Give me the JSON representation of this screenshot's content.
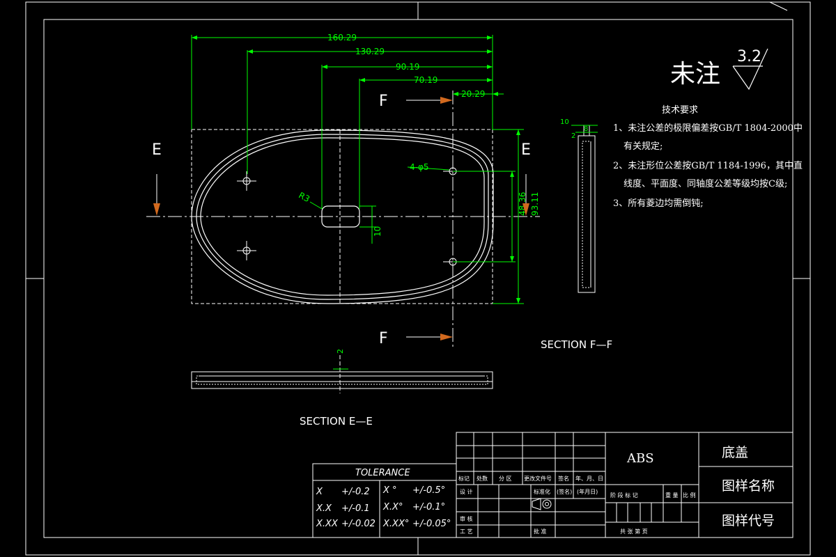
{
  "colors": {
    "background": "#000000",
    "lines": "#ffffff",
    "dimensions": "#00ff00",
    "arrows": "#d2691e"
  },
  "dimensions": {
    "d1": "160.29",
    "d2": "130.29",
    "d3": "90.19",
    "d4": "70.19",
    "d5": "20.29",
    "holes": "4-φ5",
    "radius": "R3",
    "slot_h": "10",
    "v1": "48.36",
    "v2": "93.11",
    "section_top_small": "10",
    "section_top_8": "8",
    "section_top_2": "2",
    "ee_2": "2"
  },
  "view_labels": {
    "e_left": "E",
    "e_right": "E",
    "f_top": "F",
    "f_bottom": "F",
    "section_ff": "SECTION F—F",
    "section_ee": "SECTION E—E"
  },
  "surface_note": {
    "label": "未注",
    "value": "3.2"
  },
  "tech_requirements": {
    "title": "技术要求",
    "item1_line1": "1、未注公差的极限偏差按GB/T 1804-2000中",
    "item1_line2": "有关规定;",
    "item2_line1": "2、未注形位公差按GB/T 1184-1996，其中直",
    "item2_line2": "线度、平面度、同轴度公差等级均按C级;",
    "item3_line1": "3、所有菱边均需倒钝;"
  },
  "tolerance": {
    "title": "TOLERANCE",
    "rows": [
      {
        "k1": "X",
        "v1": "+/-0.2",
        "k2": "X °",
        "v2": "+/-0.5°"
      },
      {
        "k1": "X.X",
        "v1": "+/-0.1",
        "k2": "X.X°",
        "v2": "+/-0.1°"
      },
      {
        "k1": "X.XX",
        "v1": "+/-0.02",
        "k2": "X.XX°",
        "v2": "+/-0.05°"
      }
    ]
  },
  "title_block": {
    "material": "ABS",
    "name": "底盖",
    "drawing_name": "图样名称",
    "drawing_code": "图样代号",
    "hdr": [
      "标记",
      "处数",
      "分 区",
      "更改文件号",
      "签名",
      "年、月、日"
    ],
    "design": "设 计",
    "standardize": "标准化",
    "sign": "(签名)",
    "date": "(年月日)",
    "check": "审 核",
    "process": "工 艺",
    "approve": "批 准",
    "stage": "阶 段 标 记",
    "weight": "重 量",
    "scale": "比 例",
    "total": "共    张    第    页"
  }
}
